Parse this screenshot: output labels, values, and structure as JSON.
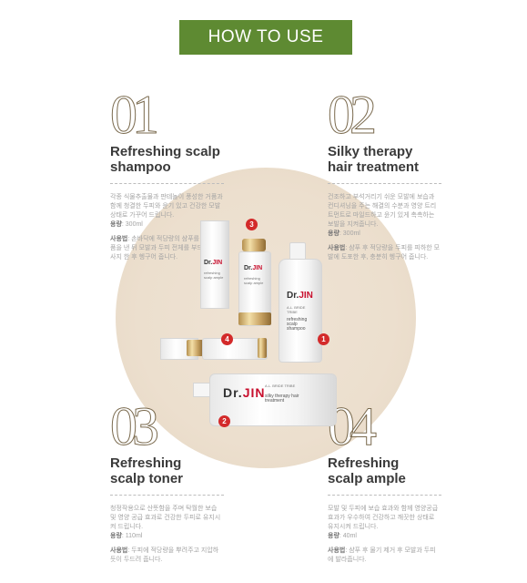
{
  "header": {
    "title": "HOW TO USE",
    "color": "#5e8a32"
  },
  "steps": [
    {
      "num": "01",
      "title_line1": "Refreshing scalp",
      "title_line2": "shampoo",
      "desc": "각종 식물추출물과 판테놀이 풍성한 거품과 함께 청결한 두피와 윤기 있고 건강한 모발상태로 가꾸어 드립니다.",
      "volume_label": "용량",
      "volume": ": 300ml",
      "usage_label": "사용법",
      "usage": ": 손바닥에 적당량의 샴푸를 덜어 거품을 낸 뒤 모발과 두피 전체를 부드럽게 마사지 한 후 헹구어 줍니다."
    },
    {
      "num": "02",
      "title_line1": "Silky therapy",
      "title_line2": "hair treatment",
      "desc": "건조하고 부석거리기 쉬운 모발에 보습과 컨디셔닝을 주는 해결의 수분과 영양 트리트먼트로 마일드하고 윤기 있게 촉촉하는 보발을 지켜줍니다.",
      "volume_label": "용량",
      "volume": ": 300ml",
      "usage_label": "사용법",
      "usage": ": 샴푸 후 적당량을 두피를 피하한 모발에 도포한 후, 충분히 헹구어 줍니다."
    },
    {
      "num": "03",
      "title_line1": "Refreshing",
      "title_line2": "scalp toner",
      "desc": "청정작용으로 산뜻함을 주며 탁월한 보습 및 영양 공급 효과로 건강한 두피로 유지시켜 드립니다.",
      "volume_label": "용량",
      "volume": ": 110ml",
      "usage_label": "사용법",
      "usage": ": 두피에 적당량을 뿌려주고 지압하듯이 두드려 줍니다."
    },
    {
      "num": "04",
      "title_line1": "Refreshing",
      "title_line2": "scalp ample",
      "desc": "모발 및 두피에 보습 효과와 함께 영양공급 효과가 우수하여 건강하고 깨끗한 상태로 유지시켜 드립니다.",
      "volume_label": "용량",
      "volume": ": 40ml",
      "usage_label": "사용법",
      "usage": ": 샴푸 후 물기 제거 후 모발과 두피에 발라줍니다."
    }
  ],
  "products": {
    "brand_a": "Dr.",
    "brand_b": "JIN",
    "line": "A.L. BRIDE TRIBE",
    "shampoo_name": "refreshing scalp shampoo",
    "treatment_name": "silky therapy hair treatment",
    "toner_name": "refreshing scalp toner",
    "ample_name": "refreshing scalp ample",
    "badges": [
      "1",
      "2",
      "3",
      "4"
    ],
    "badge_color": "#d32a2a"
  }
}
